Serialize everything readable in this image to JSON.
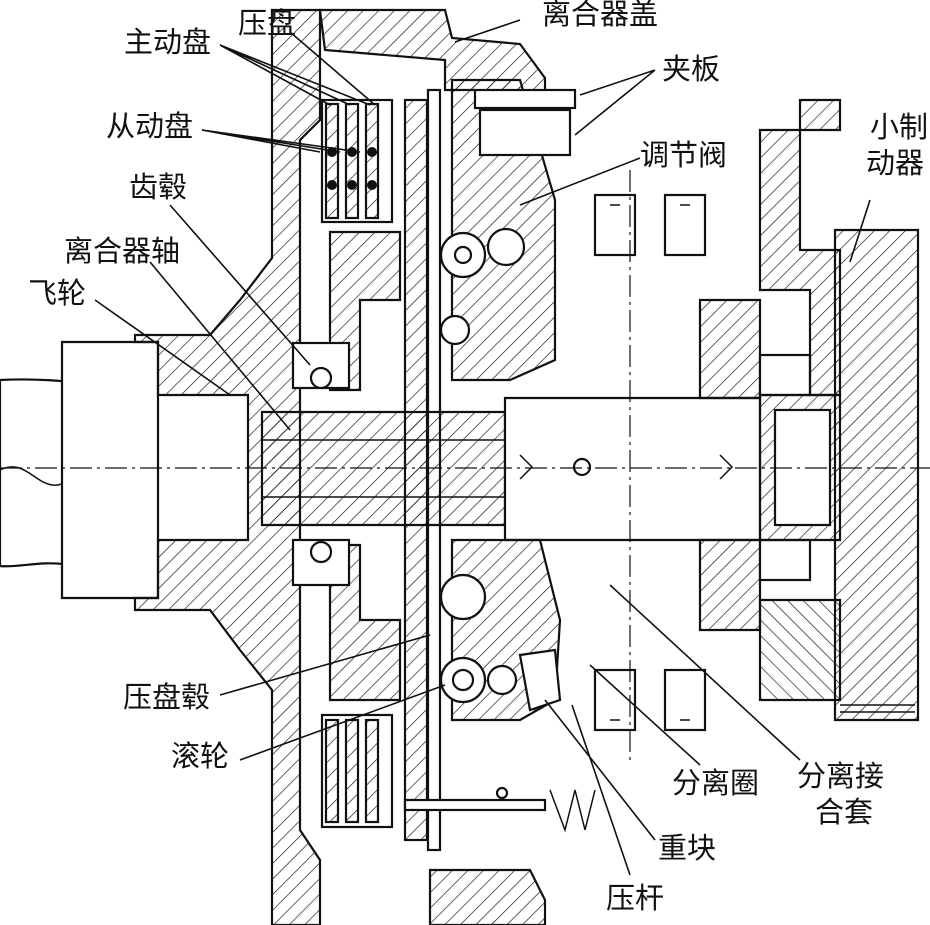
{
  "labels": {
    "pressure_plate": "压盘",
    "clutch_cover": "离合器盖",
    "drive_plate": "主动盘",
    "clamp_plate": "夹板",
    "driven_plate": "从动盘",
    "adjusting_valve": "调节阀",
    "gear_hub": "齿毂",
    "small_brake_line1": "小制",
    "small_brake_line2": "动器",
    "clutch_shaft": "离合器轴",
    "flywheel": "飞轮",
    "pressure_plate_hub": "压盘毂",
    "roller": "滚轮",
    "release_ring": "分离圈",
    "release_sleeve_line1": "分离接",
    "release_sleeve_line2": "合套",
    "weight": "重块",
    "pressure_lever": "压杆"
  },
  "colors": {
    "line": "#111111",
    "background": "#ffffff"
  }
}
